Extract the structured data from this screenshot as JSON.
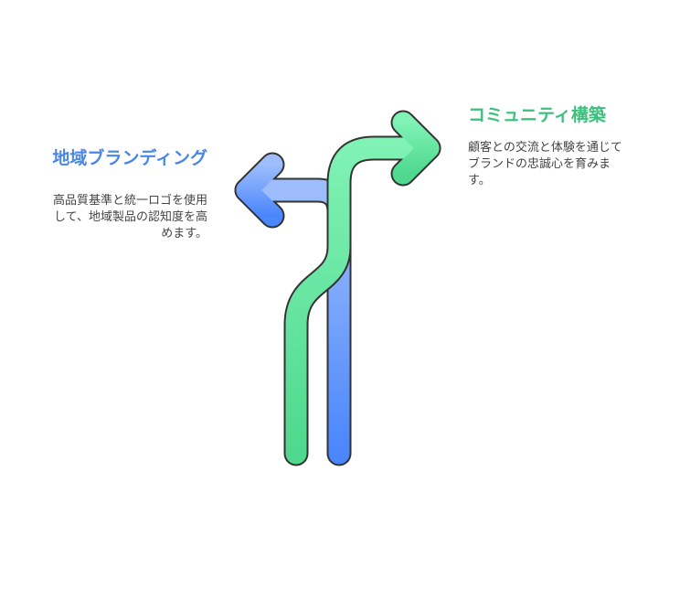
{
  "left_option": {
    "title": "地域ブランディング",
    "description": "高品質基準と統一ロゴを使用して、地域製品の認知度を高めます。",
    "color": "#4A86E8",
    "arrow_direction": "left"
  },
  "right_option": {
    "title": "コミュニティ構築",
    "description": "顧客との交流と体験を通じてブランドの忠誠心を育みます。",
    "color": "#3DC07D",
    "arrow_direction": "right"
  },
  "colors": {
    "blue_arrow_top": "#9DBDFC",
    "blue_arrow_bottom": "#4A86FC",
    "green_arrow_top": "#7FF2B4",
    "green_arrow_bottom": "#4FD88E",
    "stroke": "#333333"
  }
}
